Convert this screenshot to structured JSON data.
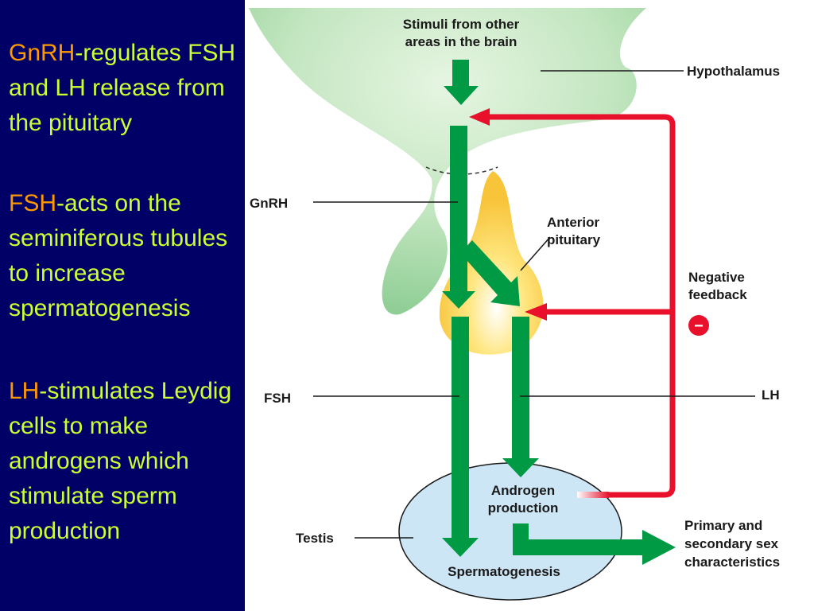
{
  "text_panel": {
    "gnrh": {
      "term": "GnRH",
      "description": "-regulates FSH and LH release from the pituitary"
    },
    "fsh": {
      "term": "FSH",
      "description": "-acts on the seminiferous tubules to increase spermatogenesis"
    },
    "lh": {
      "term": "LH",
      "description": "-stimulates Leydig cells to make androgens which stimulate sperm production"
    }
  },
  "diagram": {
    "stimuli": [
      "Stimuli from other",
      "areas in the brain"
    ],
    "hypothalamus": "Hypothalamus",
    "gnrh": "GnRH",
    "anterior_pituitary": [
      "Anterior",
      "pituitary"
    ],
    "negative_feedback": [
      "Negative",
      "feedback"
    ],
    "minus_sign": "−",
    "fsh": "FSH",
    "lh": "LH",
    "androgen_production": [
      "Androgen",
      "production"
    ],
    "testis": "Testis",
    "spermatogenesis": "Spermatogenesis",
    "sex_characteristics": [
      "Primary and",
      "secondary sex",
      "characteristics"
    ]
  },
  "colors": {
    "slide_background": "#000066",
    "body_text": "#ccff33",
    "term_text": "#ff9900",
    "hypothalamus_fill": "#8fce95",
    "pituitary_fill": "#ffcc33",
    "testis_fill": "#cce6f5",
    "arrow_green": "#009944",
    "feedback_red": "#e8102a"
  }
}
